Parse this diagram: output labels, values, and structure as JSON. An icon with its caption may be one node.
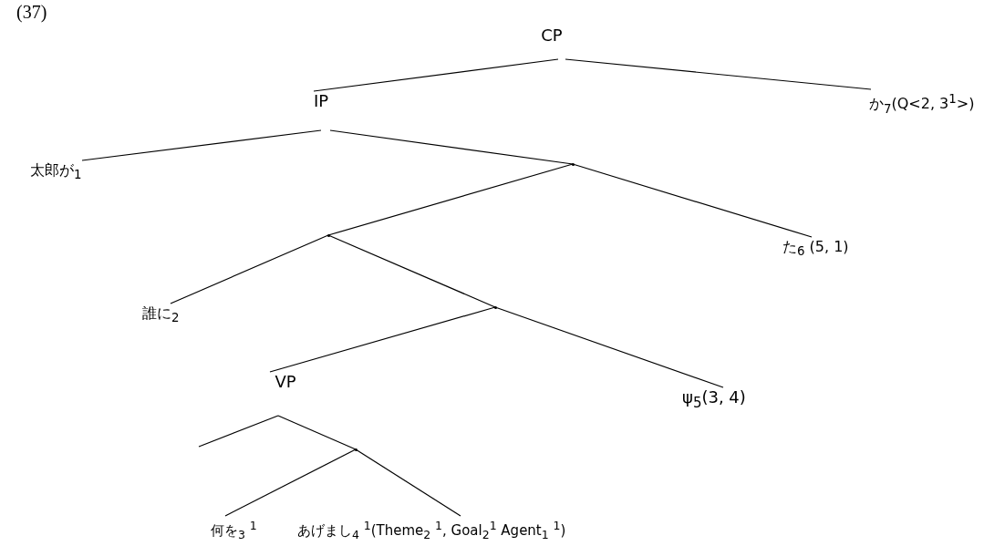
{
  "diagram": {
    "nodes": [
      {
        "text": [
          "CP"
        ]
      },
      {
        "text": [
          "IP"
        ]
      },
      {
        "text": [
          "か$_{7}$(Q<2, 3$^{1}$>)"
        ]
      },
      {
        "text": [
          "太郎が$_{1}$"
        ]
      },
      {
        "text": [],
        "shape": "point"
      },
      {
        "text": [],
        "shape": "point"
      },
      {
        "text": [
          "た$_{6}$ (5, 1)"
        ]
      },
      {
        "text": [
          "誰に$_{2}$"
        ]
      },
      {
        "text": [],
        "shape": "point"
      },
      {
        "text": [
          "VP"
        ]
      },
      {
        "text": [
          "ψ$_{5}$(3, 4)"
        ]
      },
      {
        "text": [],
        "shape": "point"
      },
      {
        "text": [
          "何を$_{3}$ $^{1}$"
        ]
      },
      {
        "text": [
          "あげまし$_{4}$ $^{1}$(Theme$_{2}$ $^{1}$, Goal$_{2}$$^{1}$ Agent$_{1}$ $^{1}$)"
        ]
      }
    ],
    "edges": [
      {
        "from": 0,
        "to": 1,
        "arrow": "none"
      },
      {
        "from": 0,
        "to": 2,
        "arrow": "none"
      },
      {
        "from": 1,
        "to": 3,
        "arrow": "none"
      },
      {
        "from": 1,
        "to": 4,
        "arrow": "none"
      },
      {
        "from": 4,
        "to": 5,
        "arrow": "none"
      },
      {
        "from": 4,
        "to": 6,
        "arrow": "none"
      },
      {
        "from": 5,
        "to": 7,
        "arrow": "none"
      },
      {
        "from": 5,
        "to": 8,
        "arrow": "none"
      },
      {
        "from": 8,
        "to": 9,
        "arrow": "none"
      },
      {
        "from": 8,
        "to": 10,
        "arrow": "none"
      },
      {
        "from": 9,
        "to": null,
        "arrow": "none"
      },
      {
        "from": 9,
        "to": 11,
        "arrow": "none"
      },
      {
        "from": 11,
        "to": 12,
        "arrow": "none"
      },
      {
        "from": 11,
        "to": 13,
        "arrow": "none"
      }
    ],
    "labels": [
      "(37)"
    ]
  }
}
